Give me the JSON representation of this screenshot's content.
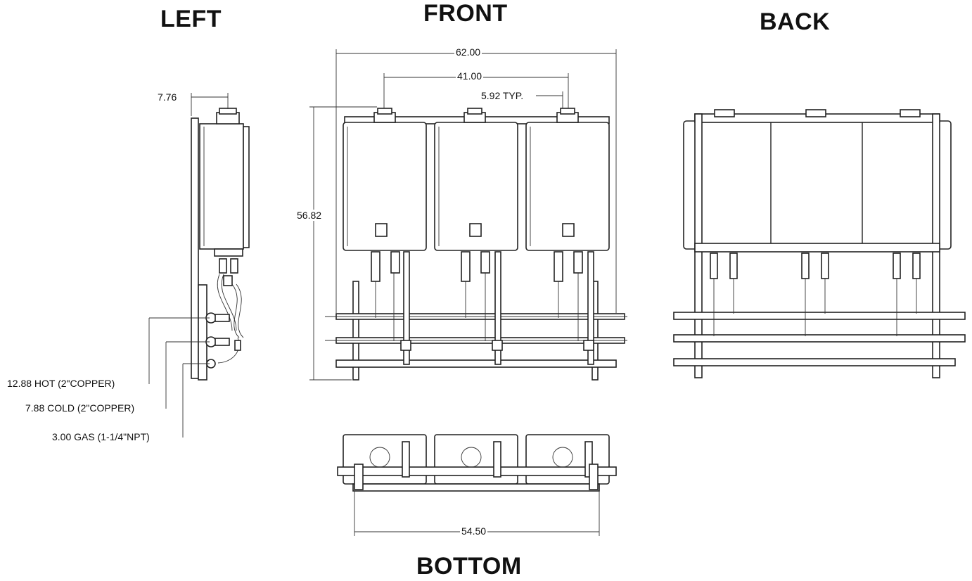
{
  "views": {
    "left": "LEFT",
    "front": "FRONT",
    "back": "BACK",
    "bottom": "BOTTOM"
  },
  "dimensions": {
    "width_overall": "62.00",
    "width_inner": "41.00",
    "spacing": "5.92 TYP.",
    "height": "56.82",
    "depth": "7.76",
    "hot": "12.88 HOT (2\"COPPER)",
    "cold": "7.88 COLD (2\"COPPER)",
    "gas": "3.00 GAS (1-1/4\"NPT)",
    "bottom_width": "54.50"
  }
}
